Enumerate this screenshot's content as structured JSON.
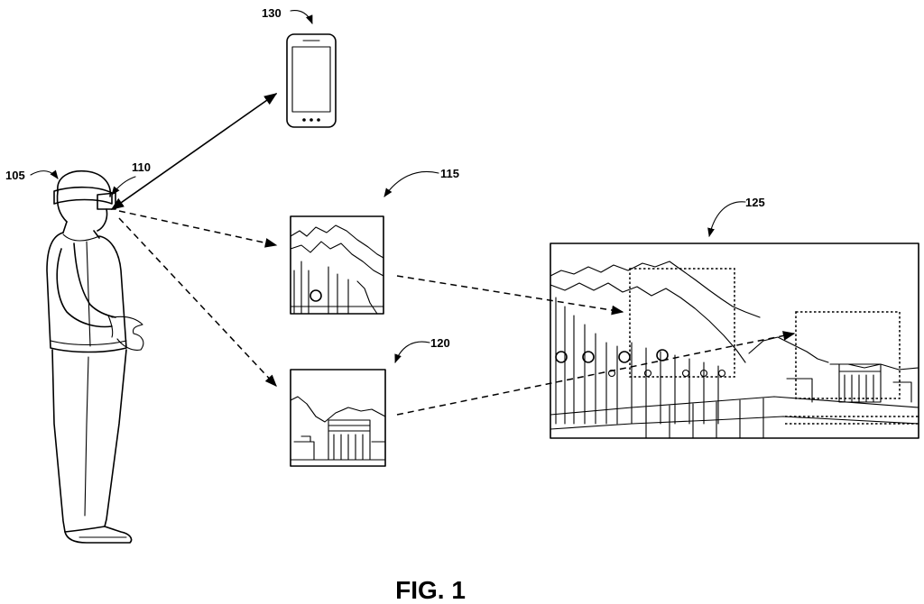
{
  "labels": {
    "user": "105",
    "headset": "110",
    "image_a": "115",
    "image_b": "120",
    "panorama": "125",
    "phone": "130"
  },
  "figure_caption": "FIG. 1"
}
